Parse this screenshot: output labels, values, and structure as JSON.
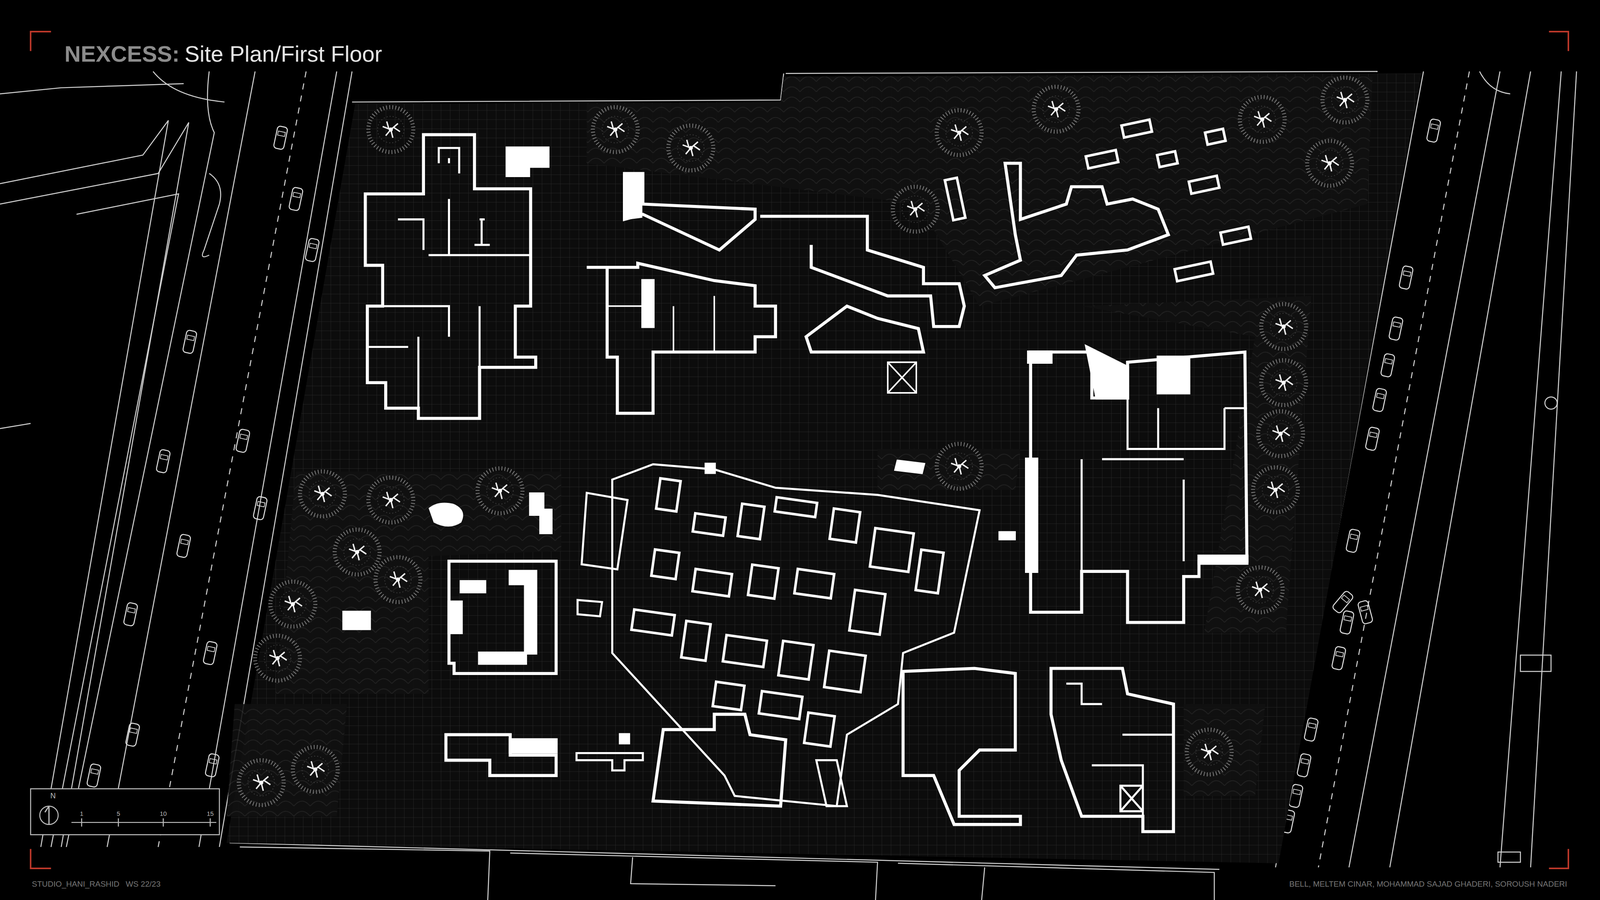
{
  "diagram": {
    "title": "Site Plan/First Floor",
    "labels": [
      "NEXCESS:",
      "N",
      "1",
      "5",
      "10",
      "15",
      "STUDIO_HANI_RASHID",
      "WS 22/23",
      "BELL, MELTEM CINAR, MOHAMMAD SAJAD GHADERI, SOROUSH NADERI"
    ]
  }
}
